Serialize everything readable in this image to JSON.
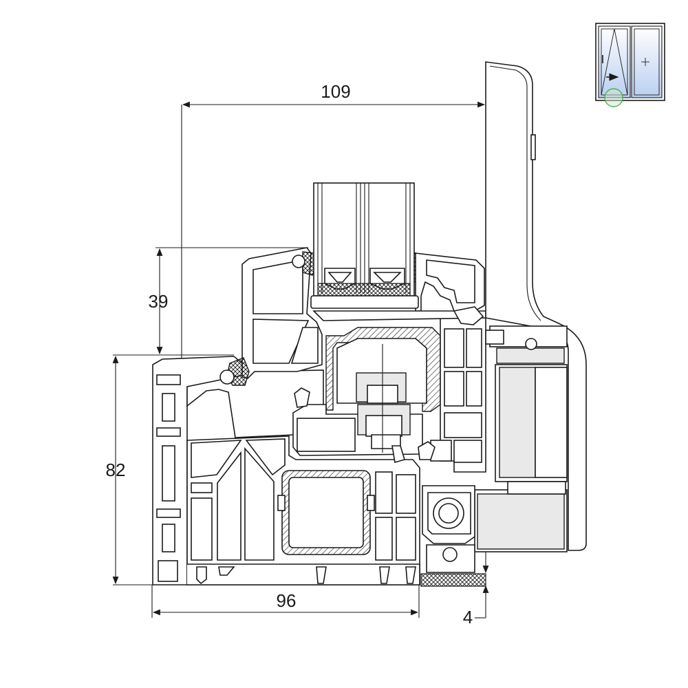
{
  "dimensions": {
    "overall_width": "109",
    "frame_width": "96",
    "sash_height": "39",
    "frame_height": "82",
    "offset": "4"
  },
  "thumbnail_icon": "tilt-and-turn-window-icon",
  "colors": {
    "line": "#1a1a1a",
    "glass": "#c9daf2",
    "highlight": "#4caf50"
  }
}
